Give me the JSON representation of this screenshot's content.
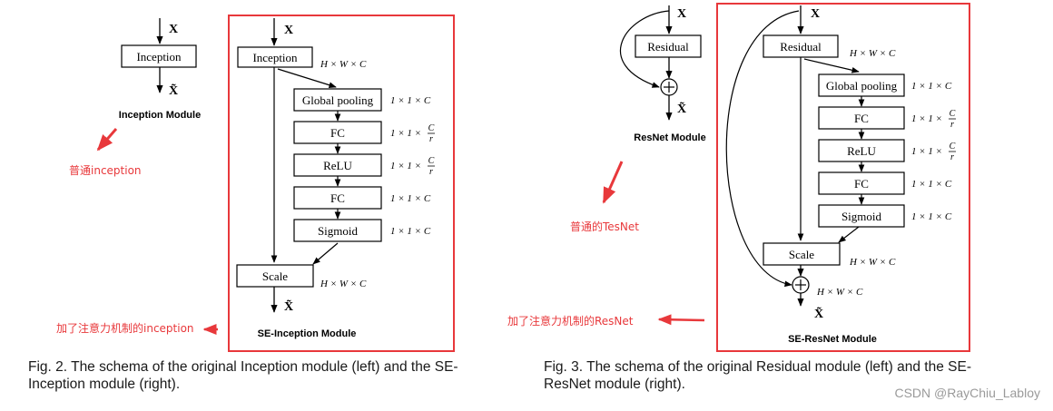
{
  "left": {
    "plain": {
      "input_label": "X",
      "block_label": "Inception",
      "output_label": "X̃",
      "module_name": "Inception Module",
      "annotation": "普通inception"
    },
    "se": {
      "input_label": "X",
      "first_block": "Inception",
      "first_dim": "H × W × C",
      "branch_boxes": [
        {
          "label": "Global pooling",
          "dim": "1 × 1 × C"
        },
        {
          "label": "FC",
          "dim": "1 × 1 ×",
          "frac_num": "C",
          "frac_den": "r"
        },
        {
          "label": "ReLU",
          "dim": "1 × 1 ×",
          "frac_num": "C",
          "frac_den": "r"
        },
        {
          "label": "FC",
          "dim": "1 × 1 × C"
        },
        {
          "label": "Sigmoid",
          "dim": "1 × 1 × C"
        }
      ],
      "scale_label": "Scale",
      "scale_dim": "H × W × C",
      "output_label": "X̃",
      "module_name": "SE-Inception Module",
      "annotation": "加了注意力机制的inception"
    },
    "caption_lines": [
      "Fig. 2. The schema of the original Inception module (left) and the SE-",
      "Inception module (right)."
    ]
  },
  "right": {
    "plain": {
      "input_label": "X",
      "block_label": "Residual",
      "output_label": "X̃",
      "module_name": "ResNet Module",
      "annotation": "普通的TesNet"
    },
    "se": {
      "input_label": "X",
      "first_block": "Residual",
      "first_dim": "H × W × C",
      "branch_boxes": [
        {
          "label": "Global pooling",
          "dim": "1 × 1 × C"
        },
        {
          "label": "FC",
          "dim": "1 × 1 ×",
          "frac_num": "C",
          "frac_den": "r"
        },
        {
          "label": "ReLU",
          "dim": "1 × 1 ×",
          "frac_num": "C",
          "frac_den": "r"
        },
        {
          "label": "FC",
          "dim": "1 × 1 × C"
        },
        {
          "label": "Sigmoid",
          "dim": "1 × 1 × C"
        }
      ],
      "scale_label": "Scale",
      "scale_dim": "H × W × C",
      "sum_dim": "H × W × C",
      "output_label": "X̃",
      "module_name": "SE-ResNet Module",
      "annotation": "加了注意力机制的ResNet"
    },
    "caption_lines": [
      "Fig. 3. The schema of the original Residual module (left) and the SE-",
      "ResNet module (right)."
    ]
  },
  "watermark": "CSDN @RayChiu_Labloy",
  "colors": {
    "annotation_red": "#e8383b",
    "diagram_black": "#000000",
    "caption_text": "#1a1a1a",
    "watermark_gray": "#9a9a9a"
  }
}
